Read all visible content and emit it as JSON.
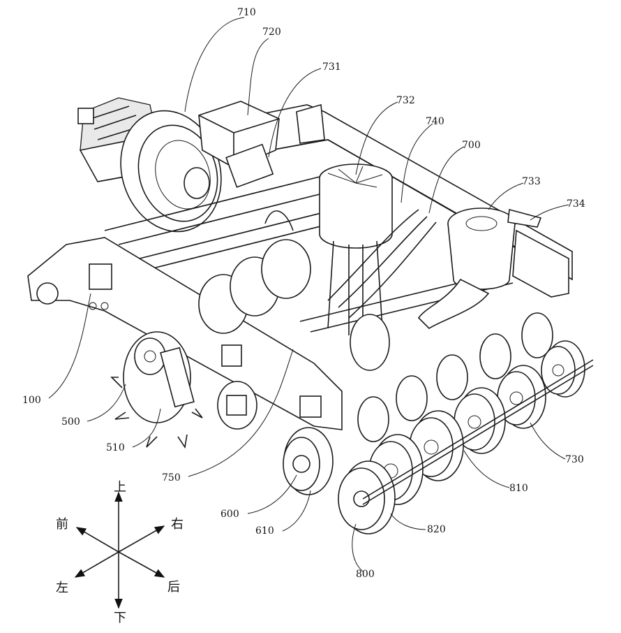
{
  "figure": {
    "callouts": [
      {
        "id": "c710",
        "text": "710"
      },
      {
        "id": "c720",
        "text": "720"
      },
      {
        "id": "c731",
        "text": "731"
      },
      {
        "id": "c732",
        "text": "732"
      },
      {
        "id": "c740",
        "text": "740"
      },
      {
        "id": "c700",
        "text": "700"
      },
      {
        "id": "c733",
        "text": "733"
      },
      {
        "id": "c734",
        "text": "734"
      },
      {
        "id": "c100",
        "text": "100"
      },
      {
        "id": "c500",
        "text": "500"
      },
      {
        "id": "c510",
        "text": "510"
      },
      {
        "id": "c750",
        "text": "750"
      },
      {
        "id": "c730",
        "text": "730"
      },
      {
        "id": "c810",
        "text": "810"
      },
      {
        "id": "c600",
        "text": "600"
      },
      {
        "id": "c610",
        "text": "610"
      },
      {
        "id": "c820",
        "text": "820"
      },
      {
        "id": "c800",
        "text": "800"
      }
    ],
    "directions": {
      "up": "上",
      "down": "下",
      "front": "前",
      "back": "后",
      "left": "左",
      "right": "右"
    }
  }
}
